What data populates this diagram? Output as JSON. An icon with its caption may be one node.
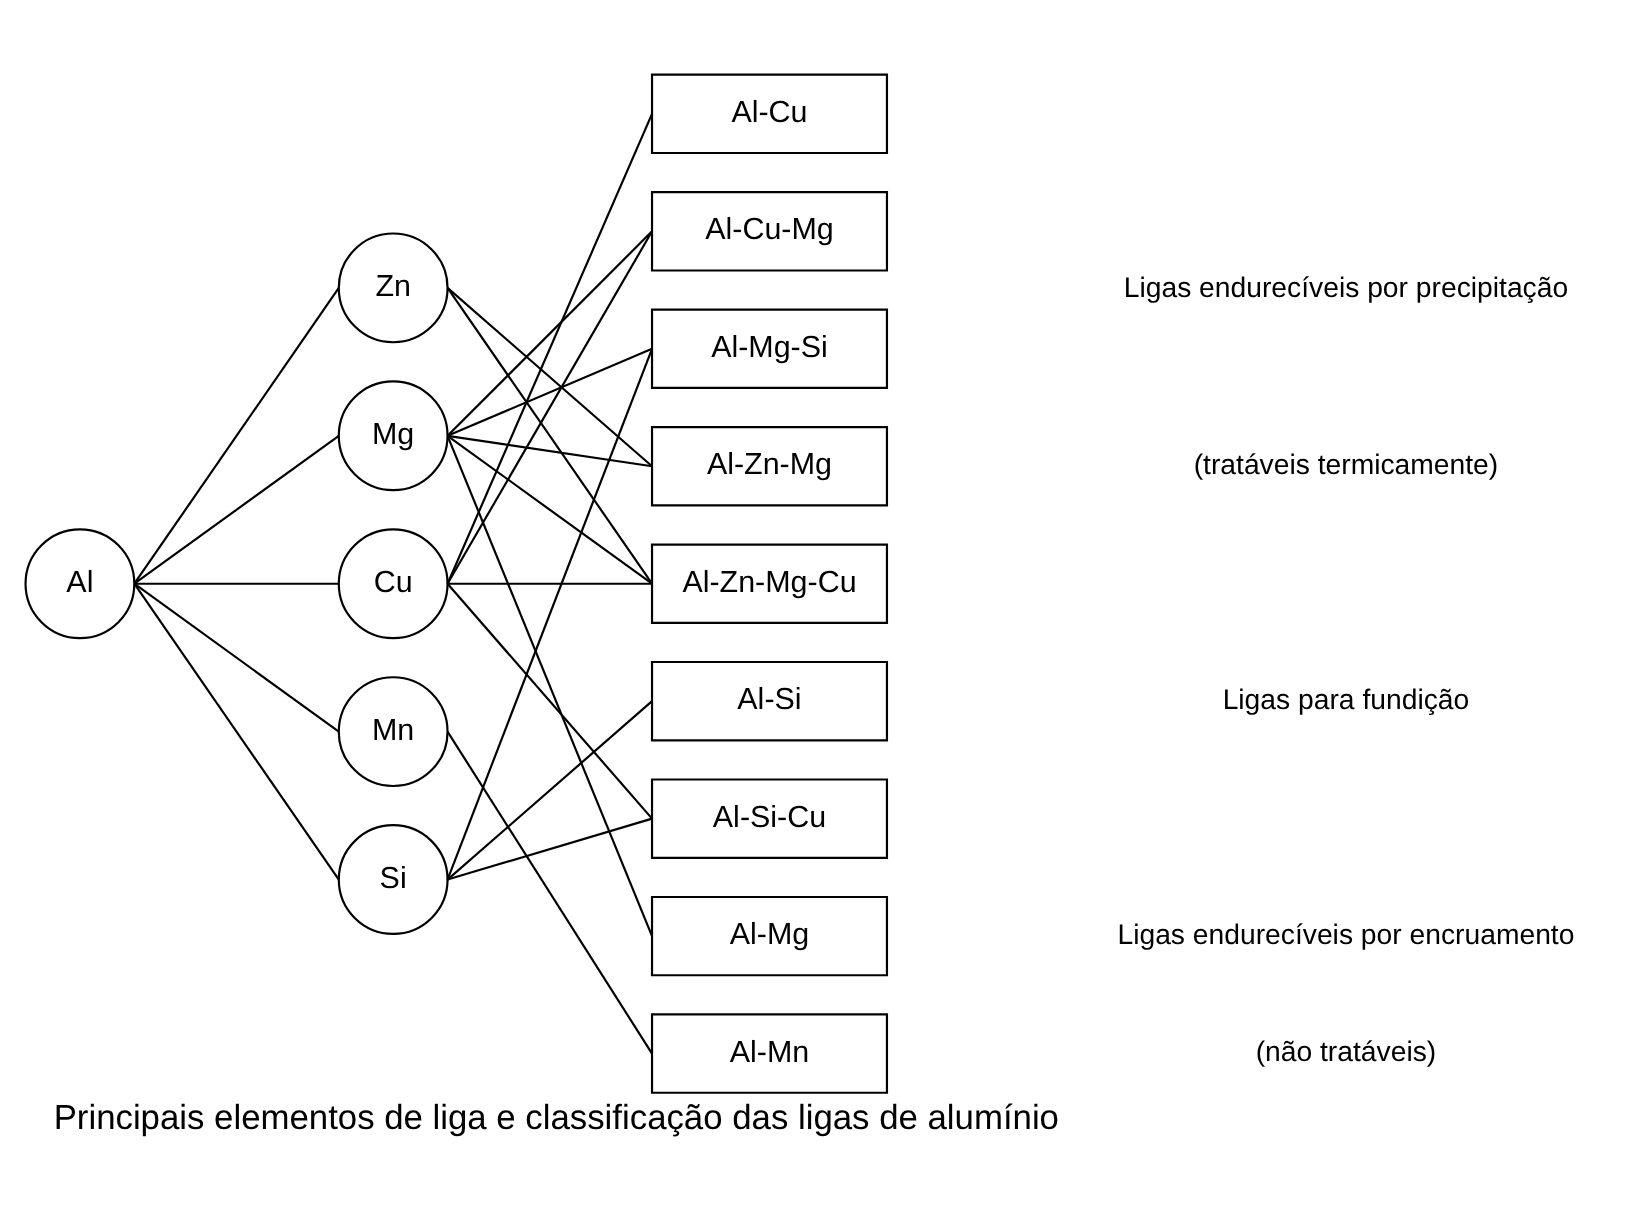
{
  "diagram": {
    "caption": "Principais elementos de liga e classificação das ligas de alumínio",
    "nodes": [
      {
        "text": [
          "Al"
        ]
      },
      {
        "text": [
          "Zn"
        ]
      },
      {
        "text": [
          "Mg"
        ]
      },
      {
        "text": [
          "Cu"
        ]
      },
      {
        "text": [
          "Mn"
        ]
      },
      {
        "text": [
          "Si"
        ]
      },
      {
        "text": [
          "Al-Cu"
        ]
      },
      {
        "text": [
          "Al-Cu-Mg"
        ]
      },
      {
        "text": [
          "Al-Mg-Si"
        ]
      },
      {
        "text": [
          "Al-Zn-Mg"
        ]
      },
      {
        "text": [
          "Al-Zn-Mg-Cu"
        ]
      },
      {
        "text": [
          "Al-Si"
        ]
      },
      {
        "text": [
          "Al-Si-Cu"
        ]
      },
      {
        "text": [
          "Al-Mg"
        ]
      },
      {
        "text": [
          "Al-Mn"
        ]
      }
    ],
    "edges": [
      {
        "from": 0,
        "to": 1,
        "arrow": "none"
      },
      {
        "from": 0,
        "to": 2,
        "arrow": "none"
      },
      {
        "from": 0,
        "to": 3,
        "arrow": "none"
      },
      {
        "from": 0,
        "to": 4,
        "arrow": "none"
      },
      {
        "from": 0,
        "to": 5,
        "arrow": "none"
      },
      {
        "from": 1,
        "to": 9,
        "arrow": "none"
      },
      {
        "from": 1,
        "to": 10,
        "arrow": "none"
      },
      {
        "from": 2,
        "to": 7,
        "arrow": "none"
      },
      {
        "from": 2,
        "to": 8,
        "arrow": "none"
      },
      {
        "from": 2,
        "to": 9,
        "arrow": "none"
      },
      {
        "from": 2,
        "to": 10,
        "arrow": "none"
      },
      {
        "from": 2,
        "to": 13,
        "arrow": "none"
      },
      {
        "from": 3,
        "to": 6,
        "arrow": "none"
      },
      {
        "from": 3,
        "to": 7,
        "arrow": "none"
      },
      {
        "from": 3,
        "to": 10,
        "arrow": "none"
      },
      {
        "from": 3,
        "to": 12,
        "arrow": "none"
      },
      {
        "from": 4,
        "to": 14,
        "arrow": "none"
      },
      {
        "from": 5,
        "to": 8,
        "arrow": "none"
      },
      {
        "from": 5,
        "to": 11,
        "arrow": "none"
      },
      {
        "from": 5,
        "to": 12,
        "arrow": "none"
      }
    ],
    "labels": [
      "Ligas endurecíveis por precipitação",
      "(tratáveis termicamente)",
      "Ligas para fundição",
      "Ligas endurecíveis por encruamento",
      "(não tratáveis)"
    ]
  }
}
